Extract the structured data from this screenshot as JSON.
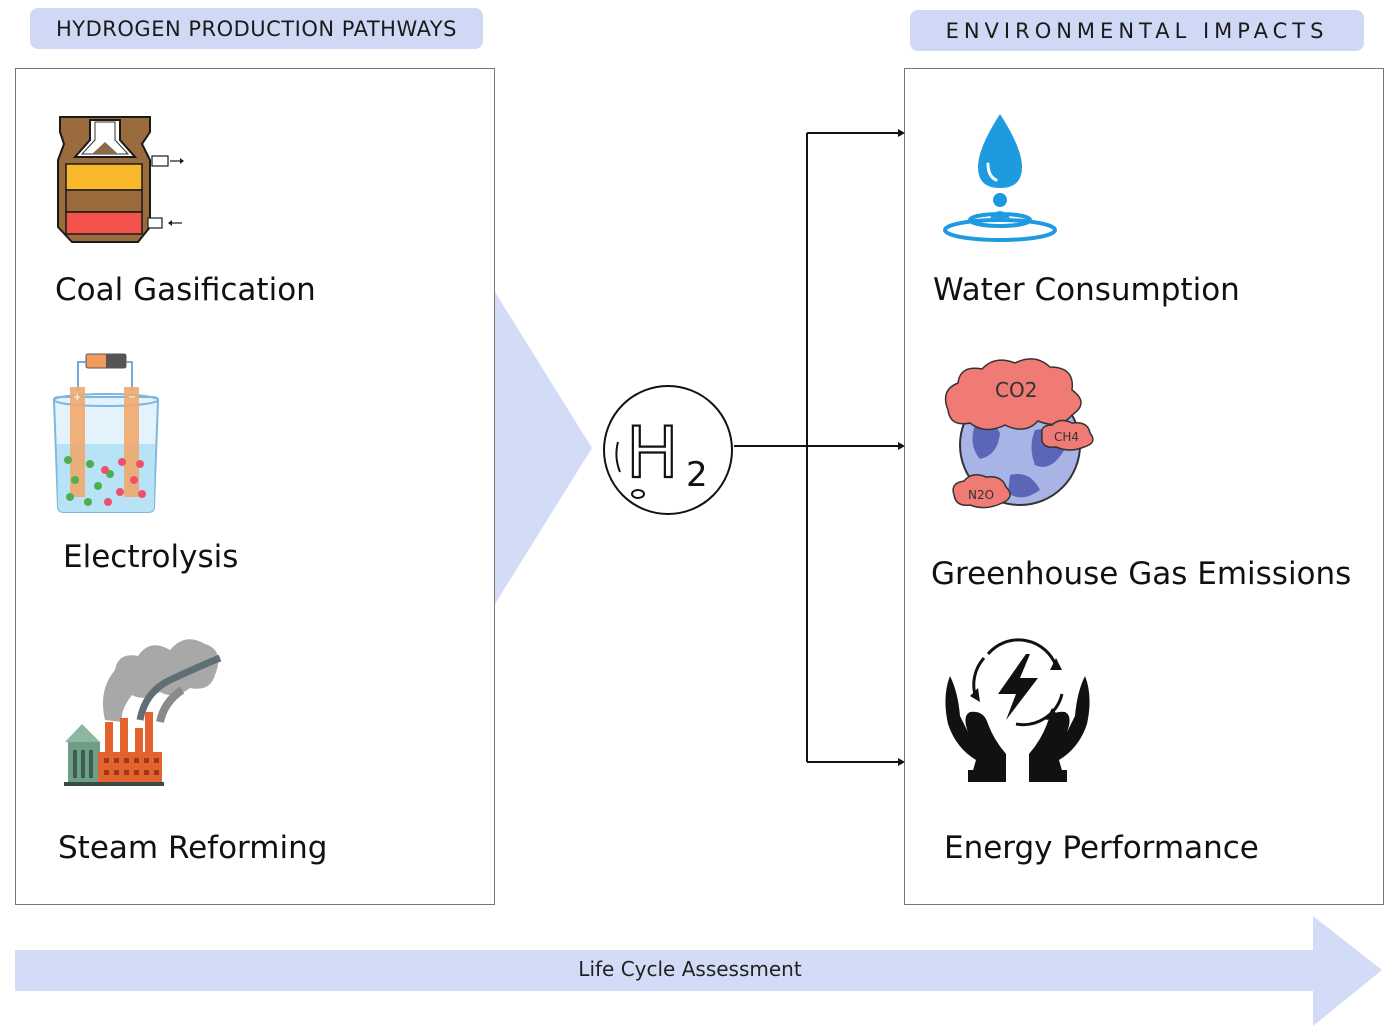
{
  "left_header": "HYDROGEN PRODUCTION PATHWAYS",
  "right_header": "ENVIRONMENTAL IMPACTS",
  "pathways": [
    {
      "label": "Coal Gasification",
      "icon": "gasifier-icon"
    },
    {
      "label": "Electrolysis",
      "icon": "electrolysis-cell-icon"
    },
    {
      "label": "Steam Reforming",
      "icon": "factory-smoke-icon"
    }
  ],
  "hub": {
    "element": "H",
    "subscript": "2"
  },
  "impacts": [
    {
      "label": "Water Consumption",
      "icon": "water-drop-icon"
    },
    {
      "label": "Greenhouse Gas Emissions",
      "icon": "polluted-earth-icon"
    },
    {
      "label": "Energy Performance",
      "icon": "energy-hands-icon"
    }
  ],
  "gas_labels": {
    "co2": "CO2",
    "ch4": "CH4",
    "n2o": "N2O"
  },
  "bottom_arrow_label": "Life Cycle Assessment",
  "colors": {
    "accent": "#cfd9f5",
    "arrow": "#d2dcf6",
    "water": "#1e9be0",
    "cloud": "#f07b74",
    "earth": "#a9b4e6"
  }
}
